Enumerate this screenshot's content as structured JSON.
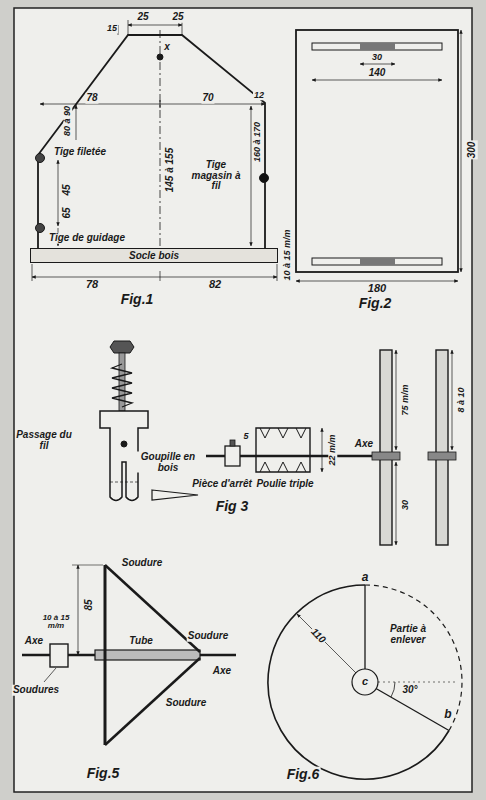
{
  "diagram": {
    "nodes": [
      {
        "text": [
          "Socle bois"
        ]
      }
    ],
    "labels": [
      "25",
      "25",
      "15",
      "x",
      "78",
      "70",
      "12",
      "80 à 90",
      "145 à 155",
      "160 à 170",
      "Tige filetée",
      "45",
      "65",
      "Tige de guidage",
      "Tige magasin à fil",
      "10 à 15 m/m",
      "78",
      "82",
      "Fig.1",
      "30",
      "140",
      "300",
      "180",
      "Fig.2",
      "Passage du fil",
      "Goupille en bois",
      "Fig 3",
      "5",
      "22 m/m",
      "Axe",
      "Pièce d'arrêt",
      "Poulie triple",
      "75 m/m",
      "8 à 10",
      "30",
      "85",
      "10 à 15 m/m",
      "Axe",
      "Soudure",
      "Tube",
      "Soudure",
      "Soudures",
      "Soudure",
      "Axe",
      "Fig.5",
      "a",
      "110",
      "Partie à enlever",
      "c",
      "30°",
      "b",
      "Fig.6"
    ]
  }
}
